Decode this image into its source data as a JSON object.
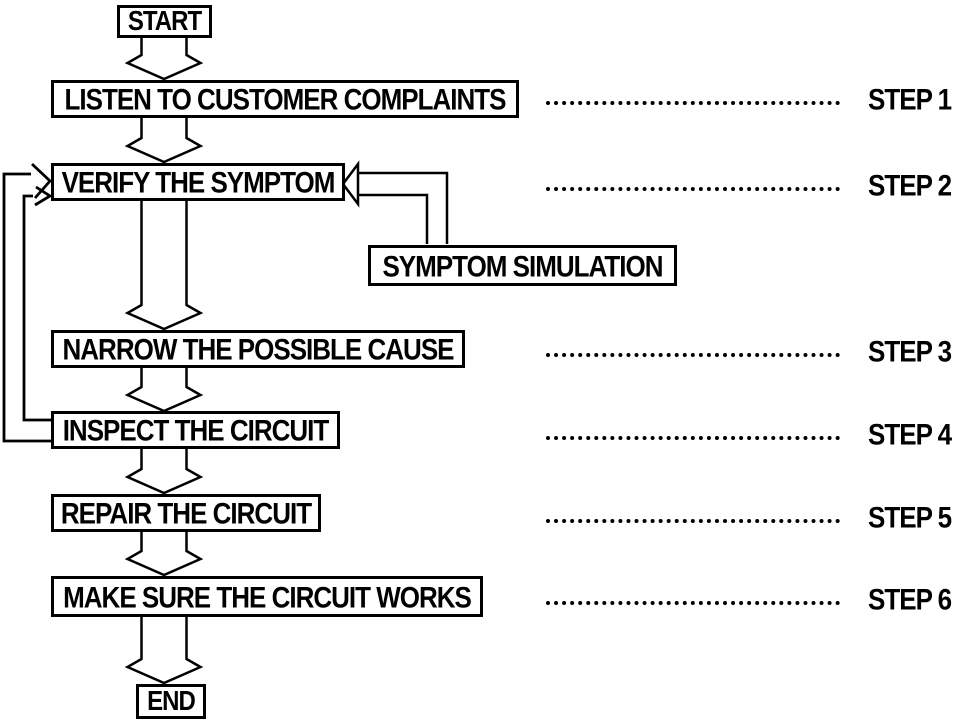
{
  "diagram": {
    "type": "flowchart",
    "background": "#ffffff",
    "ink": "#000000",
    "nodes": [
      {
        "id": "start",
        "label": "START"
      },
      {
        "id": "listen-to-customer-complaints",
        "label": "LISTEN TO CUSTOMER COMPLAINTS",
        "step": "STEP 1"
      },
      {
        "id": "verify-the-symptom",
        "label": "VERIFY THE SYMPTOM",
        "step": "STEP 2"
      },
      {
        "id": "symptom-simulation",
        "label": "SYMPTOM SIMULATION"
      },
      {
        "id": "narrow-the-possible-cause",
        "label": "NARROW THE POSSIBLE CAUSE",
        "step": "STEP 3"
      },
      {
        "id": "inspect-the-circuit",
        "label": "INSPECT THE CIRCUIT",
        "step": "STEP 4"
      },
      {
        "id": "repair-the-circuit",
        "label": "REPAIR THE CIRCUIT",
        "step": "STEP 5"
      },
      {
        "id": "make-sure-the-circuit-works",
        "label": "MAKE SURE THE CIRCUIT WORKS",
        "step": "STEP 6"
      },
      {
        "id": "end",
        "label": "END"
      }
    ],
    "steps": [
      {
        "label": "STEP 1",
        "node": "listen-to-customer-complaints"
      },
      {
        "label": "STEP 2",
        "node": "verify-the-symptom"
      },
      {
        "label": "STEP 3",
        "node": "narrow-the-possible-cause"
      },
      {
        "label": "STEP 4",
        "node": "inspect-the-circuit"
      },
      {
        "label": "STEP 5",
        "node": "repair-the-circuit"
      },
      {
        "label": "STEP 6",
        "node": "make-sure-the-circuit-works"
      }
    ],
    "edges": [
      {
        "from": "start",
        "to": "listen-to-customer-complaints"
      },
      {
        "from": "listen-to-customer-complaints",
        "to": "verify-the-symptom"
      },
      {
        "from": "symptom-simulation",
        "to": "verify-the-symptom"
      },
      {
        "from": "verify-the-symptom",
        "to": "narrow-the-possible-cause"
      },
      {
        "from": "narrow-the-possible-cause",
        "to": "inspect-the-circuit"
      },
      {
        "from": "inspect-the-circuit",
        "to": "repair-the-circuit"
      },
      {
        "from": "inspect-the-circuit",
        "to": "verify-the-symptom",
        "type": "feedback-outer-loop"
      },
      {
        "from": "inspect-the-circuit",
        "to": "verify-the-symptom",
        "type": "feedback-inner-loop"
      },
      {
        "from": "repair-the-circuit",
        "to": "make-sure-the-circuit-works"
      },
      {
        "from": "make-sure-the-circuit-works",
        "to": "end"
      }
    ]
  }
}
